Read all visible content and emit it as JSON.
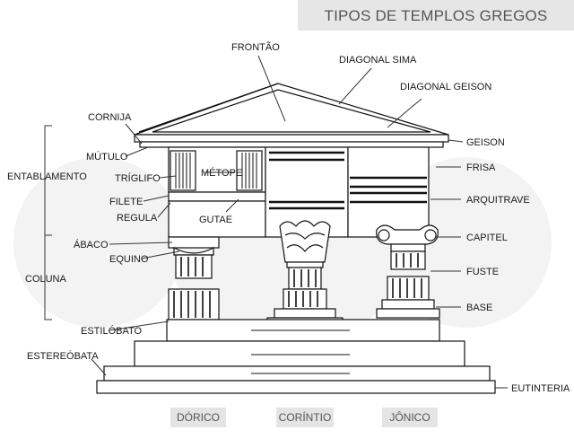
{
  "title": "TIPOS DE TEMPLOS GREGOS",
  "captions": {
    "doric": "DÓRICO",
    "corinthian": "CORÍNTIO",
    "ionic": "JÔNICO"
  },
  "labels": {
    "fronton": "FRONTÃO",
    "diagonal_sima": "DIAGONAL SIMA",
    "diagonal_geison": "DIAGONAL GEISON",
    "cornija": "CORNIJA",
    "mutulo": "MÚTULO",
    "entablamento": "ENTABLAMENTO",
    "triglifo": "TRÍGLIFO",
    "metope": "MÉTOPE",
    "filete": "FILETE",
    "regula": "REGULA",
    "gutae": "GUTAE",
    "abaco": "ÁBACO",
    "equino": "EQUINO",
    "coluna": "COLUNA",
    "estilobato": "ESTILÓBATO",
    "estereobata": "ESTEREÓBATA",
    "geison": "GEISON",
    "frisa": "FRISA",
    "arquitrave": "ARQUITRAVE",
    "capitel": "CAPITEL",
    "fuste": "FUSTE",
    "base": "BASE",
    "eutinteria": "EUTINTERIA"
  }
}
